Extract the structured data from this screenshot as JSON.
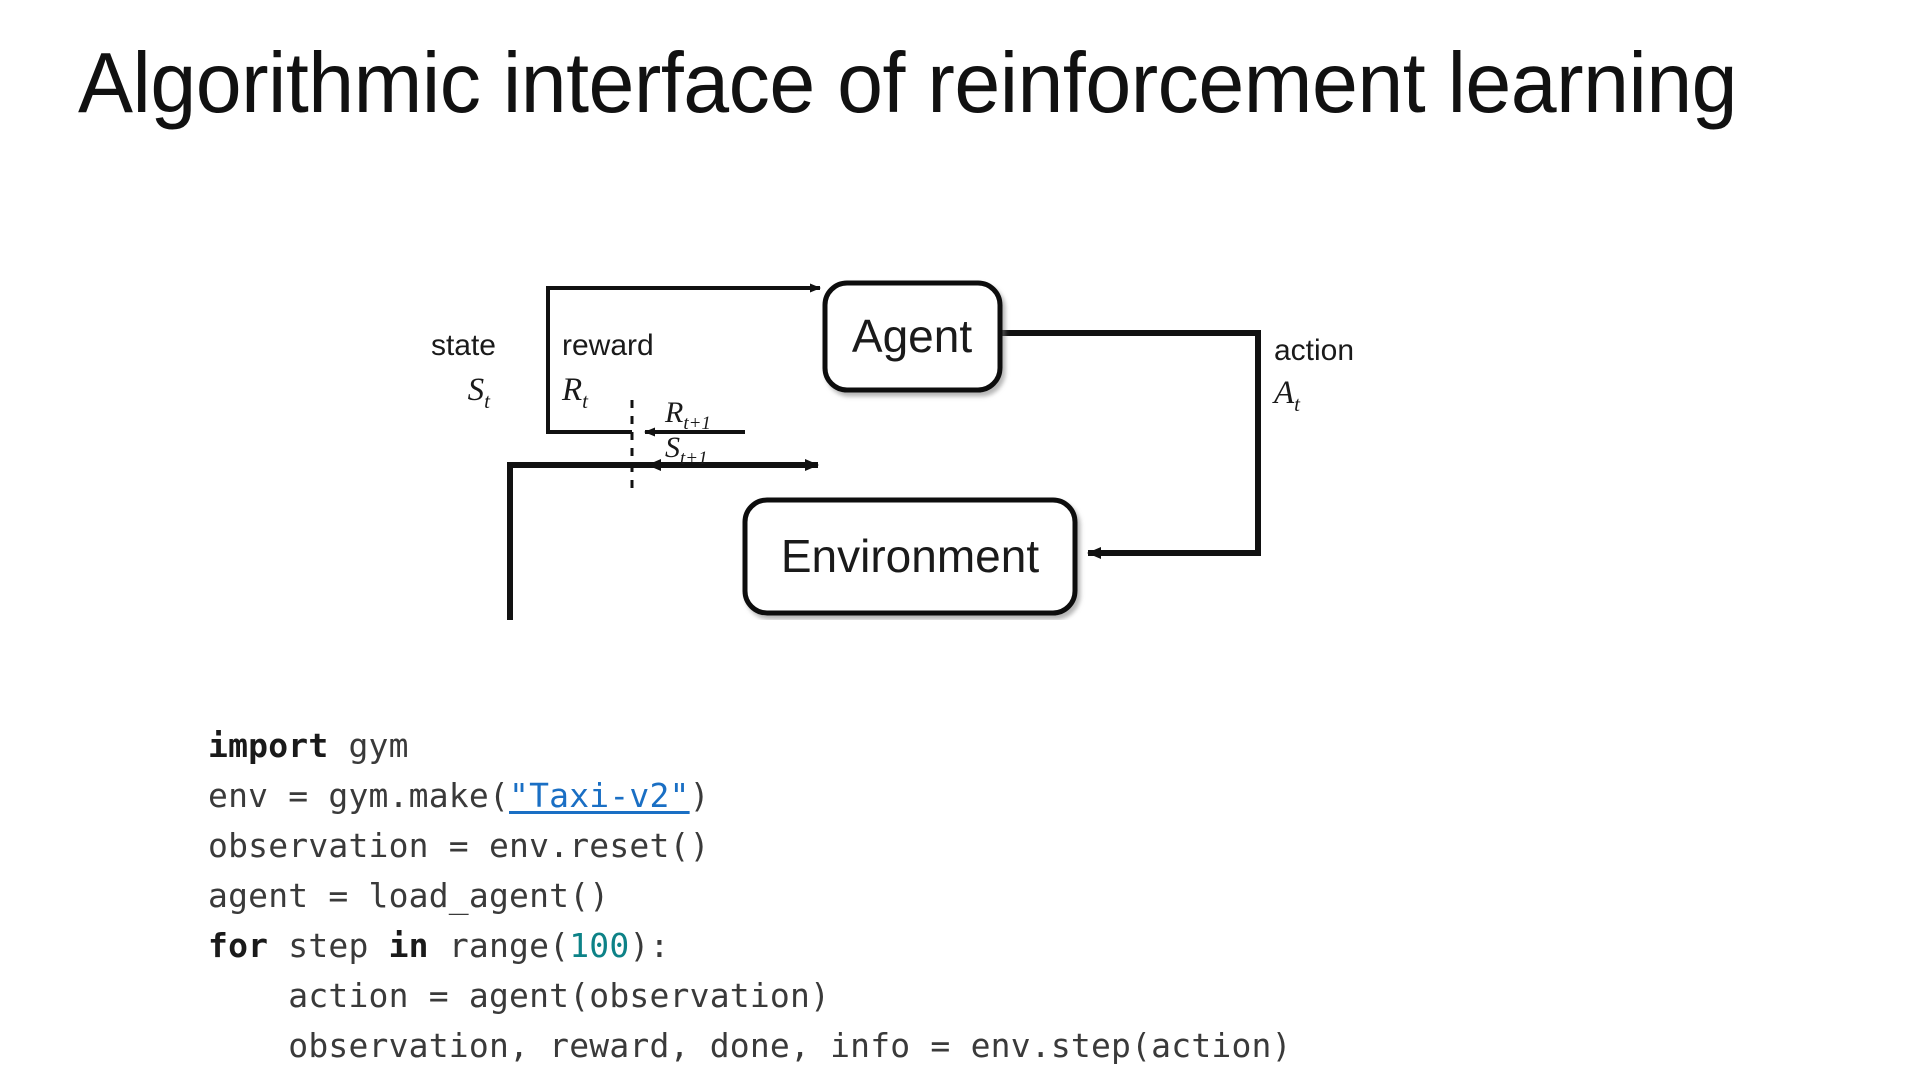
{
  "slide": {
    "title": "Algorithmic interface of reinforcement learning",
    "background_color": "#ffffff",
    "text_color": "#111111"
  },
  "diagram": {
    "name": "agent-environment-interaction-loop",
    "nodes": [
      {
        "id": "agent",
        "label": "Agent"
      },
      {
        "id": "environment",
        "label": "Environment"
      }
    ],
    "edge_labels": [
      {
        "id": "state",
        "word": "state",
        "symbol": "S",
        "subscript": "t"
      },
      {
        "id": "reward",
        "word": "reward",
        "symbol": "R",
        "subscript": "t"
      },
      {
        "id": "action",
        "word": "action",
        "symbol": "A",
        "subscript": "t"
      },
      {
        "id": "reward-next",
        "word": "",
        "symbol": "R",
        "subscript": "t+1"
      },
      {
        "id": "state-next",
        "word": "",
        "symbol": "S",
        "subscript": "t+1"
      }
    ],
    "line_color": "#111111",
    "box_fill": "#ffffff"
  },
  "code": {
    "language": "python",
    "link_color": "#1a6fc4",
    "number_color": "#0d8287",
    "keyword_color": "#1a1a1a",
    "text_color": "#3a3a3a",
    "lines": [
      {
        "segments": [
          {
            "t": "import",
            "k": "kw"
          },
          {
            "t": " gym",
            "k": ""
          }
        ]
      },
      {
        "segments": [
          {
            "t": "env = gym.make(",
            "k": ""
          },
          {
            "t": "\"Taxi-v2\"",
            "k": "str-link"
          },
          {
            "t": ")",
            "k": ""
          }
        ]
      },
      {
        "segments": [
          {
            "t": "observation = env.reset()",
            "k": ""
          }
        ]
      },
      {
        "segments": [
          {
            "t": "agent = load_agent()",
            "k": ""
          }
        ]
      },
      {
        "segments": [
          {
            "t": "for",
            "k": "kw"
          },
          {
            "t": " step ",
            "k": ""
          },
          {
            "t": "in",
            "k": "kw"
          },
          {
            "t": " range(",
            "k": ""
          },
          {
            "t": "100",
            "k": "num"
          },
          {
            "t": "):",
            "k": ""
          }
        ]
      },
      {
        "segments": [
          {
            "t": "    action = agent(observation)",
            "k": ""
          }
        ]
      },
      {
        "segments": [
          {
            "t": "    observation, reward, done, info = env.step(action)",
            "k": ""
          }
        ]
      }
    ],
    "plain_text": "import gym\nenv = gym.make(\"Taxi-v2\")\nobservation = env.reset()\nagent = load_agent()\nfor step in range(100):\n    action = agent(observation)\n    observation, reward, done, info = env.step(action)"
  }
}
